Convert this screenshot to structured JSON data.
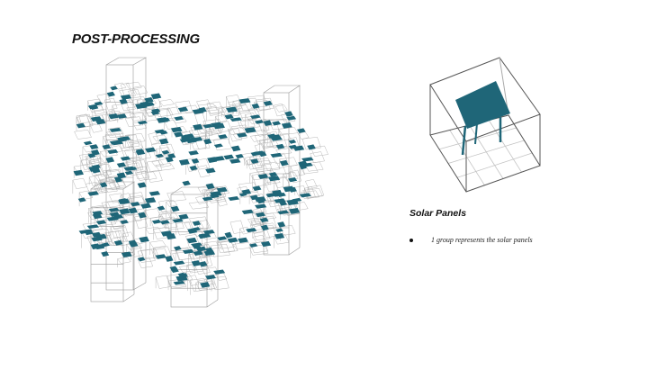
{
  "slide": {
    "title": "POST-PROCESSING"
  },
  "legend": {
    "heading": "Solar Panels",
    "bullets": [
      "1 group represents the solar panels"
    ]
  },
  "colors": {
    "panel": "#1f6678",
    "frame": "#9a9a9a",
    "cube_edge": "#555555",
    "grid": "#c4c4c4"
  },
  "icons": {
    "bullet": "filled-circle"
  }
}
